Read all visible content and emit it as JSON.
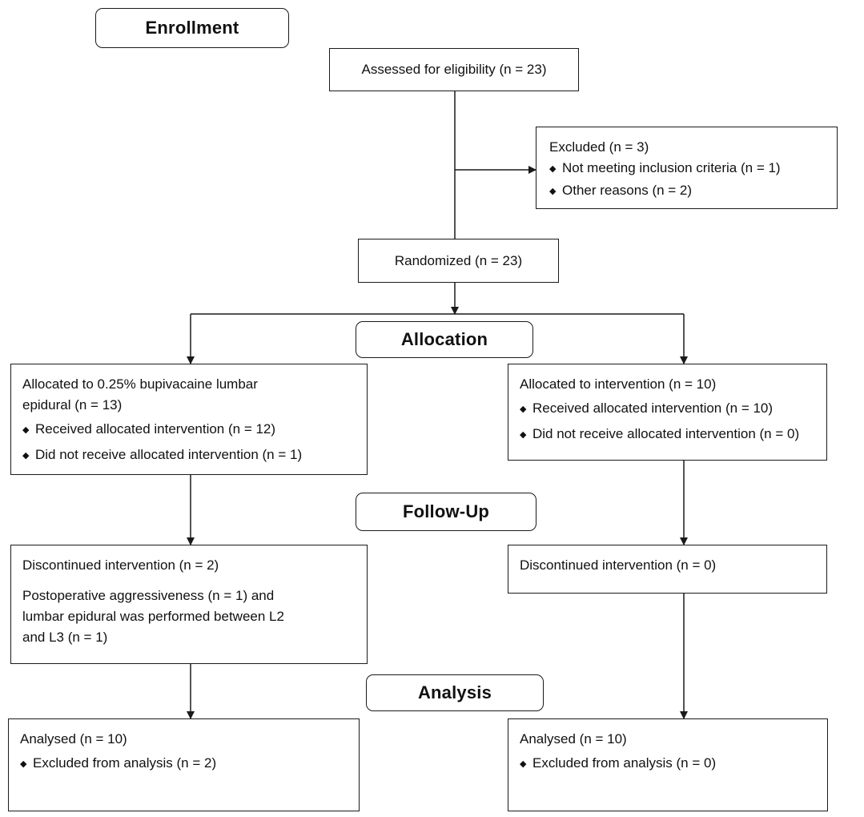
{
  "stages": {
    "enrollment": "Enrollment",
    "allocation": "Allocation",
    "follow_up": "Follow-Up",
    "analysis": "Analysis"
  },
  "assessed": "Assessed for eligibility (n = 23)",
  "excluded": {
    "title": "Excluded (n = 3)",
    "items": [
      "Not meeting inclusion criteria (n = 1)",
      "Other reasons (n = 2)"
    ]
  },
  "randomized": "Randomized (n = 23)",
  "left_allocation": {
    "title_line1": "Allocated to 0.25% bupivacaine lumbar",
    "title_line2": "epidural (n = 13)",
    "items": [
      "Received allocated intervention (n = 12)",
      "Did not receive allocated intervention (n = 1)"
    ]
  },
  "right_allocation": {
    "title": "Allocated to intervention (n = 10)",
    "items": [
      "Received allocated intervention (n = 10)",
      "Did not receive allocated intervention (n = 0)"
    ]
  },
  "left_followup": {
    "title": "Discontinued intervention (n = 2)",
    "detail_lines": [
      "Postoperative aggressiveness (n = 1) and",
      "lumbar epidural was performed between L2",
      "and L3 (n = 1)"
    ]
  },
  "right_followup": {
    "title": "Discontinued intervention (n = 0)"
  },
  "left_analysis": {
    "title": "Analysed (n = 10)",
    "items": [
      "Excluded from analysis (n = 2)"
    ]
  },
  "right_analysis": {
    "title": "Analysed (n = 10)",
    "items": [
      "Excluded from analysis (n = 0)"
    ]
  }
}
